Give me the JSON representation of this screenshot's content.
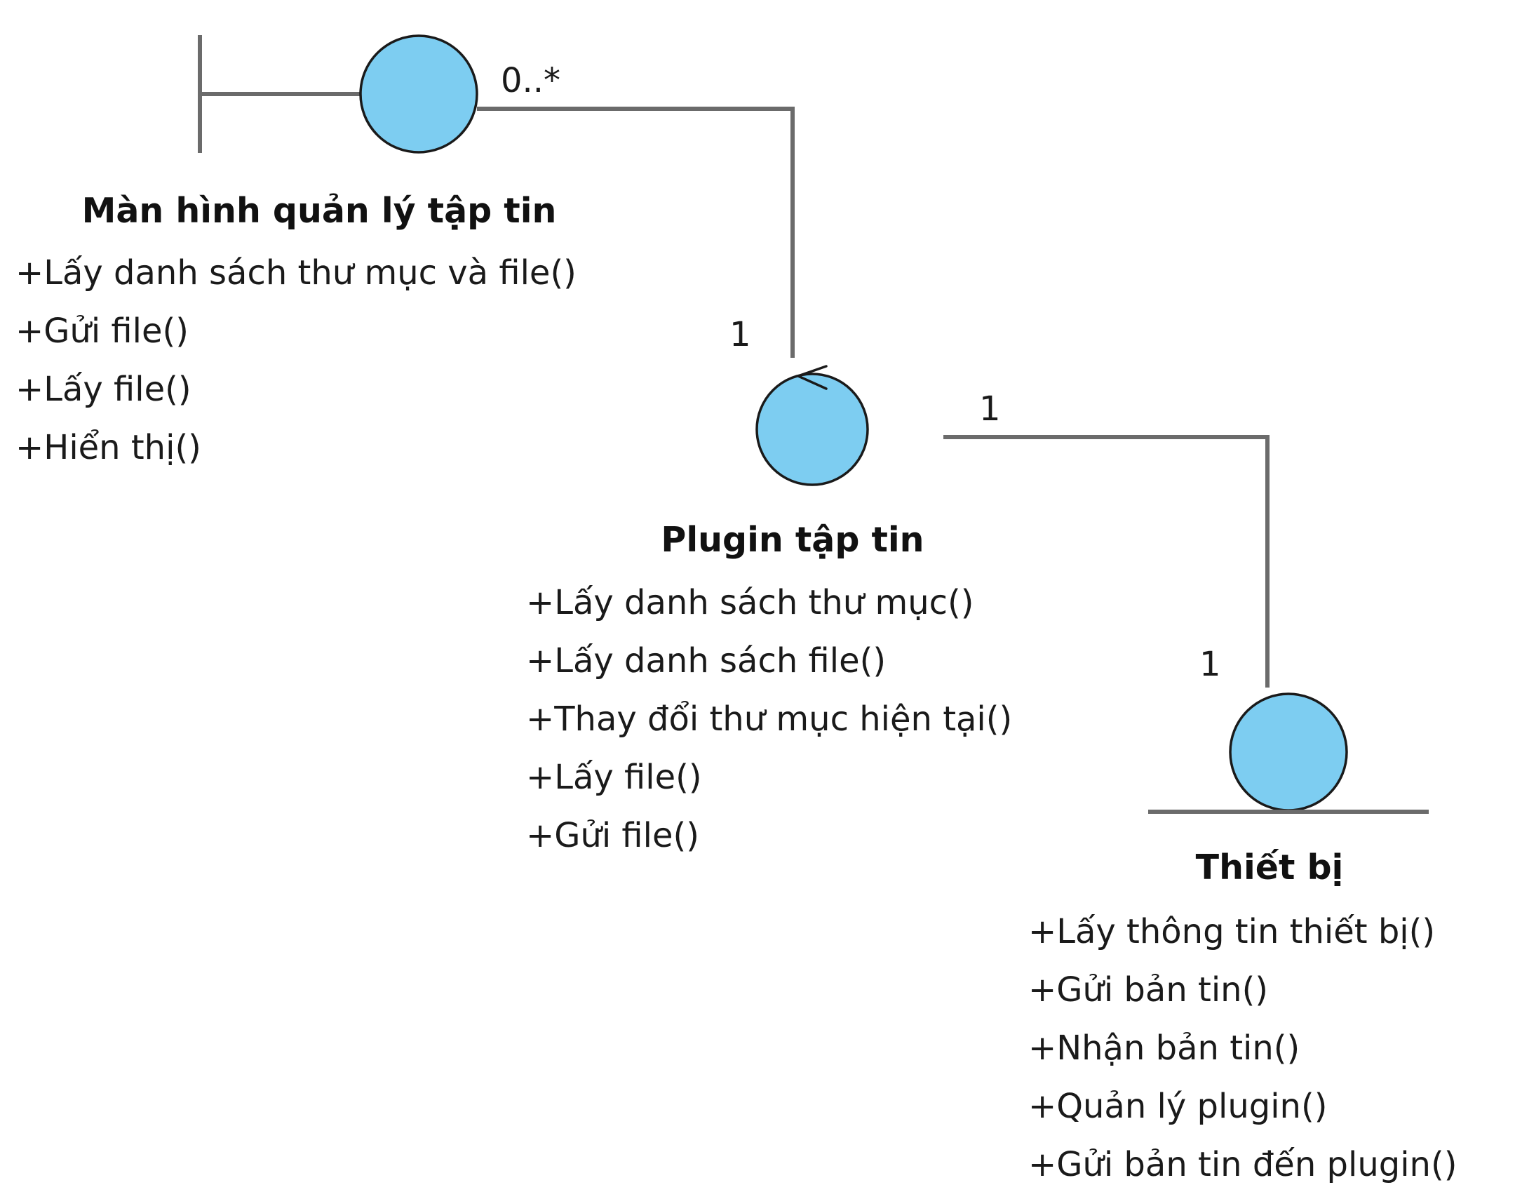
{
  "colors": {
    "circle_fill": "#7dcdf1",
    "outline": "#1a1a1a",
    "connector": "#6b6b6b"
  },
  "elements": {
    "boundary": {
      "stereotype_icon": "boundary-icon",
      "name": "Màn hình quản lý tập tin",
      "operations": [
        "+Lấy danh sách thư mục và file()",
        "+Gửi file()",
        "+Lấy file()",
        "+Hiển thị()"
      ]
    },
    "control": {
      "stereotype_icon": "control-icon",
      "name": "Plugin tập tin",
      "operations": [
        "+Lấy danh sách thư mục()",
        "+Lấy danh sách file()",
        "+Thay đổi thư mục hiện tại()",
        "+Lấy file()",
        "+Gửi file()"
      ]
    },
    "entity": {
      "stereotype_icon": "entity-icon",
      "name": "Thiết bị",
      "operations": [
        "+Lấy thông tin thiết bị()",
        "+Gửi bản tin()",
        "+Nhận bản tin()",
        "+Quản lý plugin()",
        "+Gửi bản tin đến plugin()"
      ]
    }
  },
  "associations": [
    {
      "from": "Màn hình quản lý tập tin",
      "to": "Plugin tập tin",
      "from_multiplicity": "0..*",
      "to_multiplicity": "1"
    },
    {
      "from": "Plugin tập tin",
      "to": "Thiết bị",
      "from_multiplicity": "1",
      "to_multiplicity": "1"
    }
  ]
}
